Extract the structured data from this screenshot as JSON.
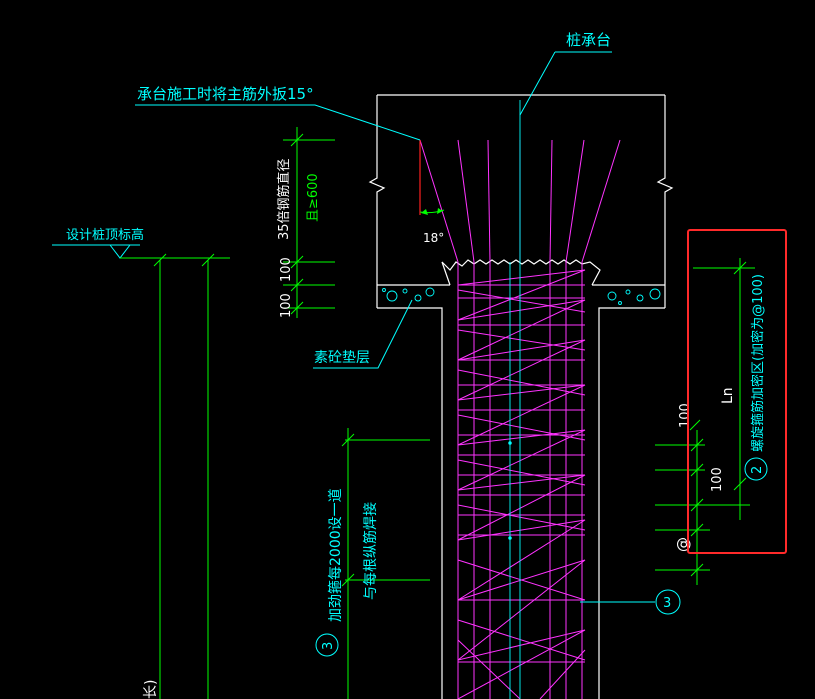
{
  "colors": {
    "background": "#000000",
    "outline": "#ffffff",
    "leader": "#00ffff",
    "dimension": "#00ff00",
    "rebar": "#ff33ff",
    "annotation_text": "#00ffff",
    "rotated_text": "#00ff00",
    "angle_marker": "#ff0000",
    "highlight_box": "#ff2a2a",
    "callout_circle": "#00ffff"
  },
  "labels": {
    "pile_cap": "桩承台",
    "rebar_bend_note": "承台施工时将主筋外扳15°",
    "pile_top_elevation": "设计桩顶标高",
    "concrete_cushion": "素砼垫层",
    "angle_value": "18°"
  },
  "dimensions": {
    "anchorage_line1": "35倍钢筋直径",
    "anchorage_line2": "且≥600",
    "dim_100_upper": "100",
    "dim_100_lower": "100",
    "dim_100_right_a": "100",
    "dim_100_right_b": "100",
    "at_symbol": "@",
    "ln": "Ln"
  },
  "notes": {
    "spiral_number": "2",
    "spiral_text": "螺旋箍筋加密区(加密为@100)",
    "stiffener_number": "3",
    "stiffener_line1": "加劲箍每2000设一道",
    "stiffener_line2": "与每根纵筋焊接",
    "callout_3": "3",
    "cut_off_text": "长)"
  }
}
